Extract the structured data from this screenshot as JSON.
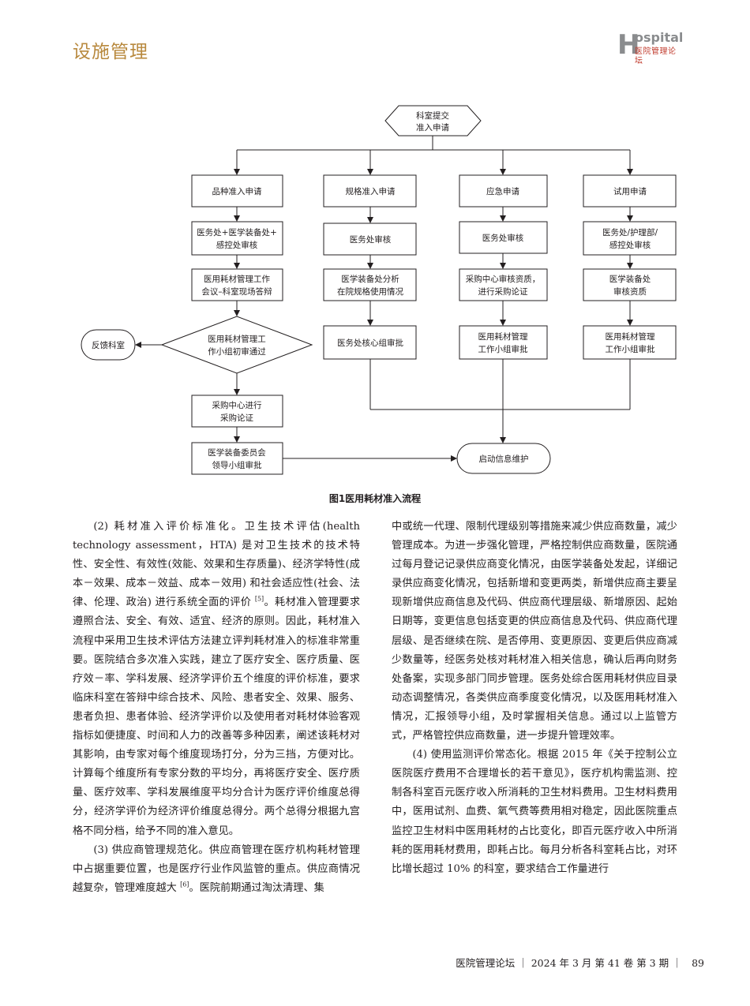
{
  "header": {
    "section": "设施管理",
    "logo_h": "H",
    "logo_word": "ospital",
    "logo_cn": "医院管理论坛"
  },
  "flowchart": {
    "start": [
      "科室提交",
      "准入申请"
    ],
    "feedback": "反馈科室",
    "end": "启动信息维护",
    "col1": {
      "apply": "品种准入申请",
      "review": [
        "医务处+医学装备处+",
        "感控处审核"
      ],
      "meeting": [
        "医用耗材管理工作",
        "会议–科室现场答辩"
      ],
      "decision": [
        "医用耗材管理工",
        "作小组初审通过"
      ],
      "purchase": [
        "采购中心进行",
        "采购论证"
      ],
      "committee": [
        "医学装备委员会",
        "领导小组审批"
      ]
    },
    "col2": {
      "apply": "规格准入申请",
      "review": "医务处审核",
      "analysis": [
        "医学装备处分析",
        "在院规格使用情况"
      ],
      "approve": "医务处核心组审批"
    },
    "col3": {
      "apply": "应急申请",
      "review": "医务处审核",
      "purchase": [
        "采购中心审核资质，",
        "进行采购论证"
      ],
      "approve": [
        "医用耗材管理",
        "工作小组审批"
      ]
    },
    "col4": {
      "apply": "试用申请",
      "review": [
        "医务处/护理部/",
        "感控处审核"
      ],
      "qual": [
        "医学装备处",
        "审核资质"
      ],
      "approve": [
        "医用耗材管理",
        "工作小组审批"
      ]
    }
  },
  "caption": "图1医用耗材准入流程",
  "left_paragraphs": [
    [
      "(2) 耗材准入评价标准化。卫生技术评估(health technology assessment，HTA) 是对卫生技术的技术特性、安全性、有效性(效能、效果和生存质量)、经济学特性(成本－效果、成本－效益、成本－效用) 和社会适应性(社会、法律、伦理、政治) 进行系统全面的评价 ",
      "[5]",
      "。耗材准入管理要求遵照合法、安全、有效、适宜、经济的原则。因此，耗材准入流程中采用卫生技术评估方法建立评判耗材准入的标准非常重要。医院结合多次准入实践，建立了医疗安全、医疗质量、医疗效－率、学科发展、经济学评价五个维度的评价标准，要求临床科室在答辩中综合技术、风险、患者安全、效果、服务、患者负担、患者体验、经济学评价以及使用者对耗材体验客观指标如便捷度、时间和人力的改善等多种因素，阐述该耗材对其影响，由专家对每个维度现场打分，分为三挡，方便对比。计算每个维度所有专家分数的平均分，再将医疗安全、医疗质量、医疗效率、学科发展维度平均分合计为医疗评价维度总得分，经济学评价为经济评价维度总得分。两个总得分根据九宫格不同分档，给予不同的准入意见。"
    ],
    [
      "(3) 供应商管理规范化。供应商管理在医疗机构耗材管理中占据重要位置，也是医疗行业作风监管的重点。供应商情况越复杂，管理难度越大 ",
      "[6]",
      "。医院前期通过淘汰清理、集"
    ]
  ],
  "right_paragraphs": [
    [
      "中或统一代理、限制代理级别等措施来减少供应商数量，减少管理成本。为进一步强化管理，严格控制供应商数量，医院通过每月登记记录供应商变化情况，由医学装备处发起，详细记录供应商变化情况，包括新增和变更两类，新增供应商主要呈现新增供应商信息及代码、供应商代理层级、新增原因、起始日期等，变更信息包括变更的供应商信息及代码、供应商代理层级、是否继续在院、是否停用、变更原因、变更后供应商减少数量等，经医务处核对耗材准入相关信息，确认后再向财务处备案，实现多部门同步管理。医务处综合医用耗材供应目录动态调整情况，各类供应商季度变化情况，以及医用耗材准入情况，汇报领导小组，及时掌握相关信息。通过以上监管方式，严格管控供应商数量，进一步提升管理效率。"
    ],
    [
      "(4) 使用监测评价常态化。根据 2015 年《关于控制公立医院医疗费用不合理增长的若干意见》，医疗机构需监测、控制各科室百元医疗收入所消耗的卫生材料费用。卫生材料费用中，医用试剂、血费、氧气费等费用相对稳定，因此医院重点监控卫生材料中医用耗材的占比变化，即百元医疗收入中所消耗的医用耗材费用，即耗占比。每月分析各科室耗占比，对环比增长超过 10% 的科室，要求结合工作量进行"
    ]
  ],
  "footer": "医院管理论坛 ｜ 2024 年 3 月 第 41 卷 第 3 期 ｜　89"
}
